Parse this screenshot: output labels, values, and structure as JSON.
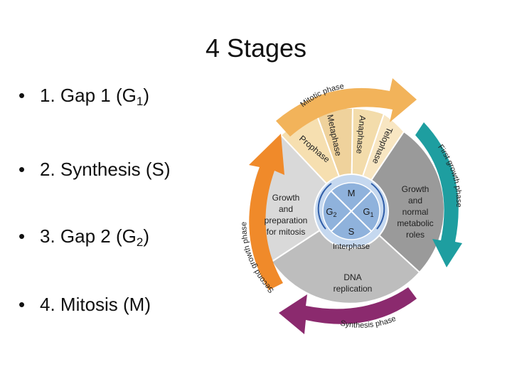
{
  "slide": {
    "title": "4 Stages",
    "bullets": [
      {
        "marker": "•",
        "text": "1. Gap 1 (G",
        "sub": "1",
        "suffix": ")"
      },
      {
        "marker": "•",
        "text": "2. Synthesis (S)",
        "sub": "",
        "suffix": ""
      },
      {
        "marker": "•",
        "text": "3. Gap 2 (G",
        "sub": "2",
        "suffix": ")"
      },
      {
        "marker": "•",
        "text": "4. Mitosis (M)",
        "sub": "",
        "suffix": ""
      }
    ]
  },
  "diagram": {
    "arcs": {
      "mitotic": "Mitotic phase",
      "first_growth": "First growth phase",
      "synthesis": "Synthesis phase",
      "second_growth": "Second growth phase"
    },
    "mitosis_stages": [
      "Prophase",
      "Metaphase",
      "Anaphase",
      "Telophase"
    ],
    "sectors": {
      "g2": [
        "Growth",
        "and",
        "preparation",
        "for mitosis"
      ],
      "g1": [
        "Growth",
        "and",
        "normal",
        "metabolic",
        "roles"
      ],
      "s": [
        "DNA",
        "replication"
      ]
    },
    "center": {
      "m": "M",
      "g2": "G",
      "g2_sub": "2",
      "g1": "G",
      "g1_sub": "1",
      "s": "S",
      "interphase": "Interphase"
    },
    "colors": {
      "mitotic_arrow": "#f2b35a",
      "first_growth_arrow": "#1e9ea0",
      "synthesis_arrow": "#8b2a6e",
      "second_growth_arrow": "#f08a2a",
      "center_disc": "#8fb2dc",
      "interphase_ring": "#c5d8ef"
    }
  }
}
